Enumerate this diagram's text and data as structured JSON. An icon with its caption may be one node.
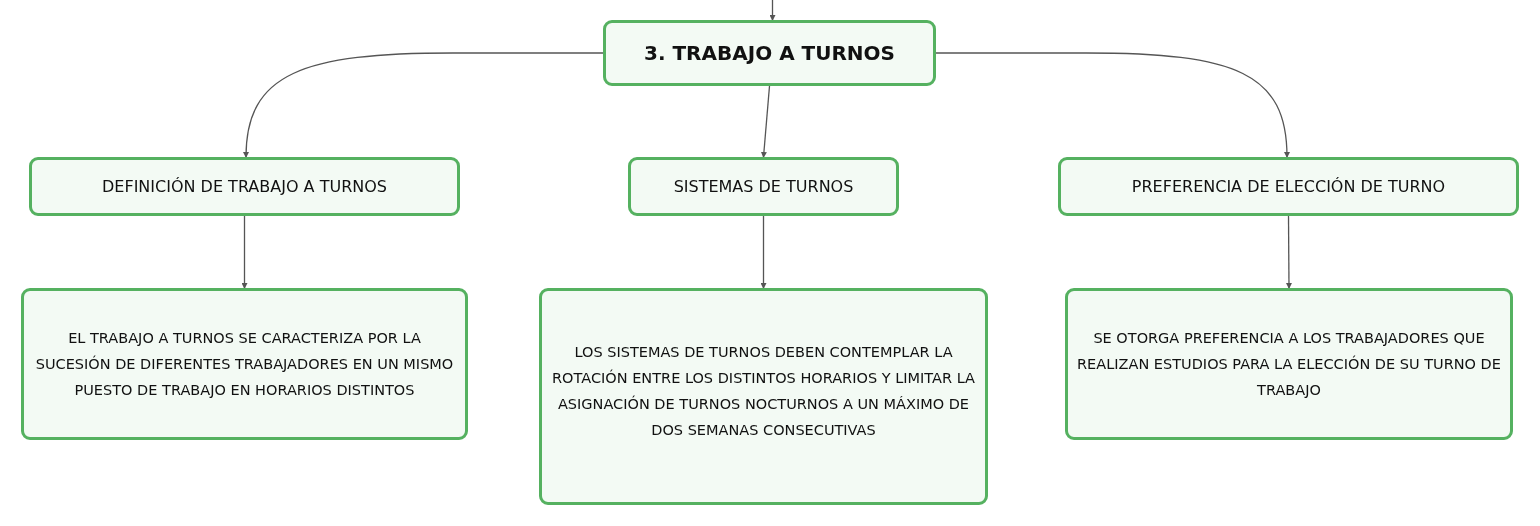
{
  "diagram": {
    "nodes": [
      {
        "text": [
          "3. TRABAJO A TURNOS"
        ]
      },
      {
        "text": [
          "DEFINICIÓN DE TRABAJO A TURNOS"
        ]
      },
      {
        "text": [
          "SISTEMAS DE TURNOS"
        ]
      },
      {
        "text": [
          "PREFERENCIA DE ELECCIÓN DE TURNO"
        ]
      },
      {
        "text": [
          "EL TRABAJO A TURNOS SE CARACTERIZA POR LA SUCESIÓN DE DIFERENTES TRABAJADORES EN UN MISMO PUESTO DE TRABAJO EN HORARIOS DISTINTOS"
        ]
      },
      {
        "text": [
          "LOS SISTEMAS DE TURNOS DEBEN CONTEMPLAR LA ROTACIÓN ENTRE LOS DISTINTOS HORARIOS Y LIMITAR LA ASIGNACIÓN DE TURNOS NOCTURNOS A UN MÁXIMO DE DOS SEMANAS CONSECUTIVAS"
        ]
      },
      {
        "text": [
          "SE OTORGA PREFERENCIA A LOS TRABAJADORES QUE REALIZAN ESTUDIOS PARA LA ELECCIÓN DE SU TURNO DE TRABAJO"
        ]
      }
    ],
    "edges": [
      {
        "from": null,
        "to": 0,
        "arrow": "to"
      },
      {
        "from": 0,
        "to": 1,
        "arrow": "to"
      },
      {
        "from": 0,
        "to": 2,
        "arrow": "to"
      },
      {
        "from": 0,
        "to": 3,
        "arrow": "to"
      },
      {
        "from": 1,
        "to": 4,
        "arrow": "to"
      },
      {
        "from": 2,
        "to": 5,
        "arrow": "to"
      },
      {
        "from": 3,
        "to": 6,
        "arrow": "to"
      }
    ]
  }
}
